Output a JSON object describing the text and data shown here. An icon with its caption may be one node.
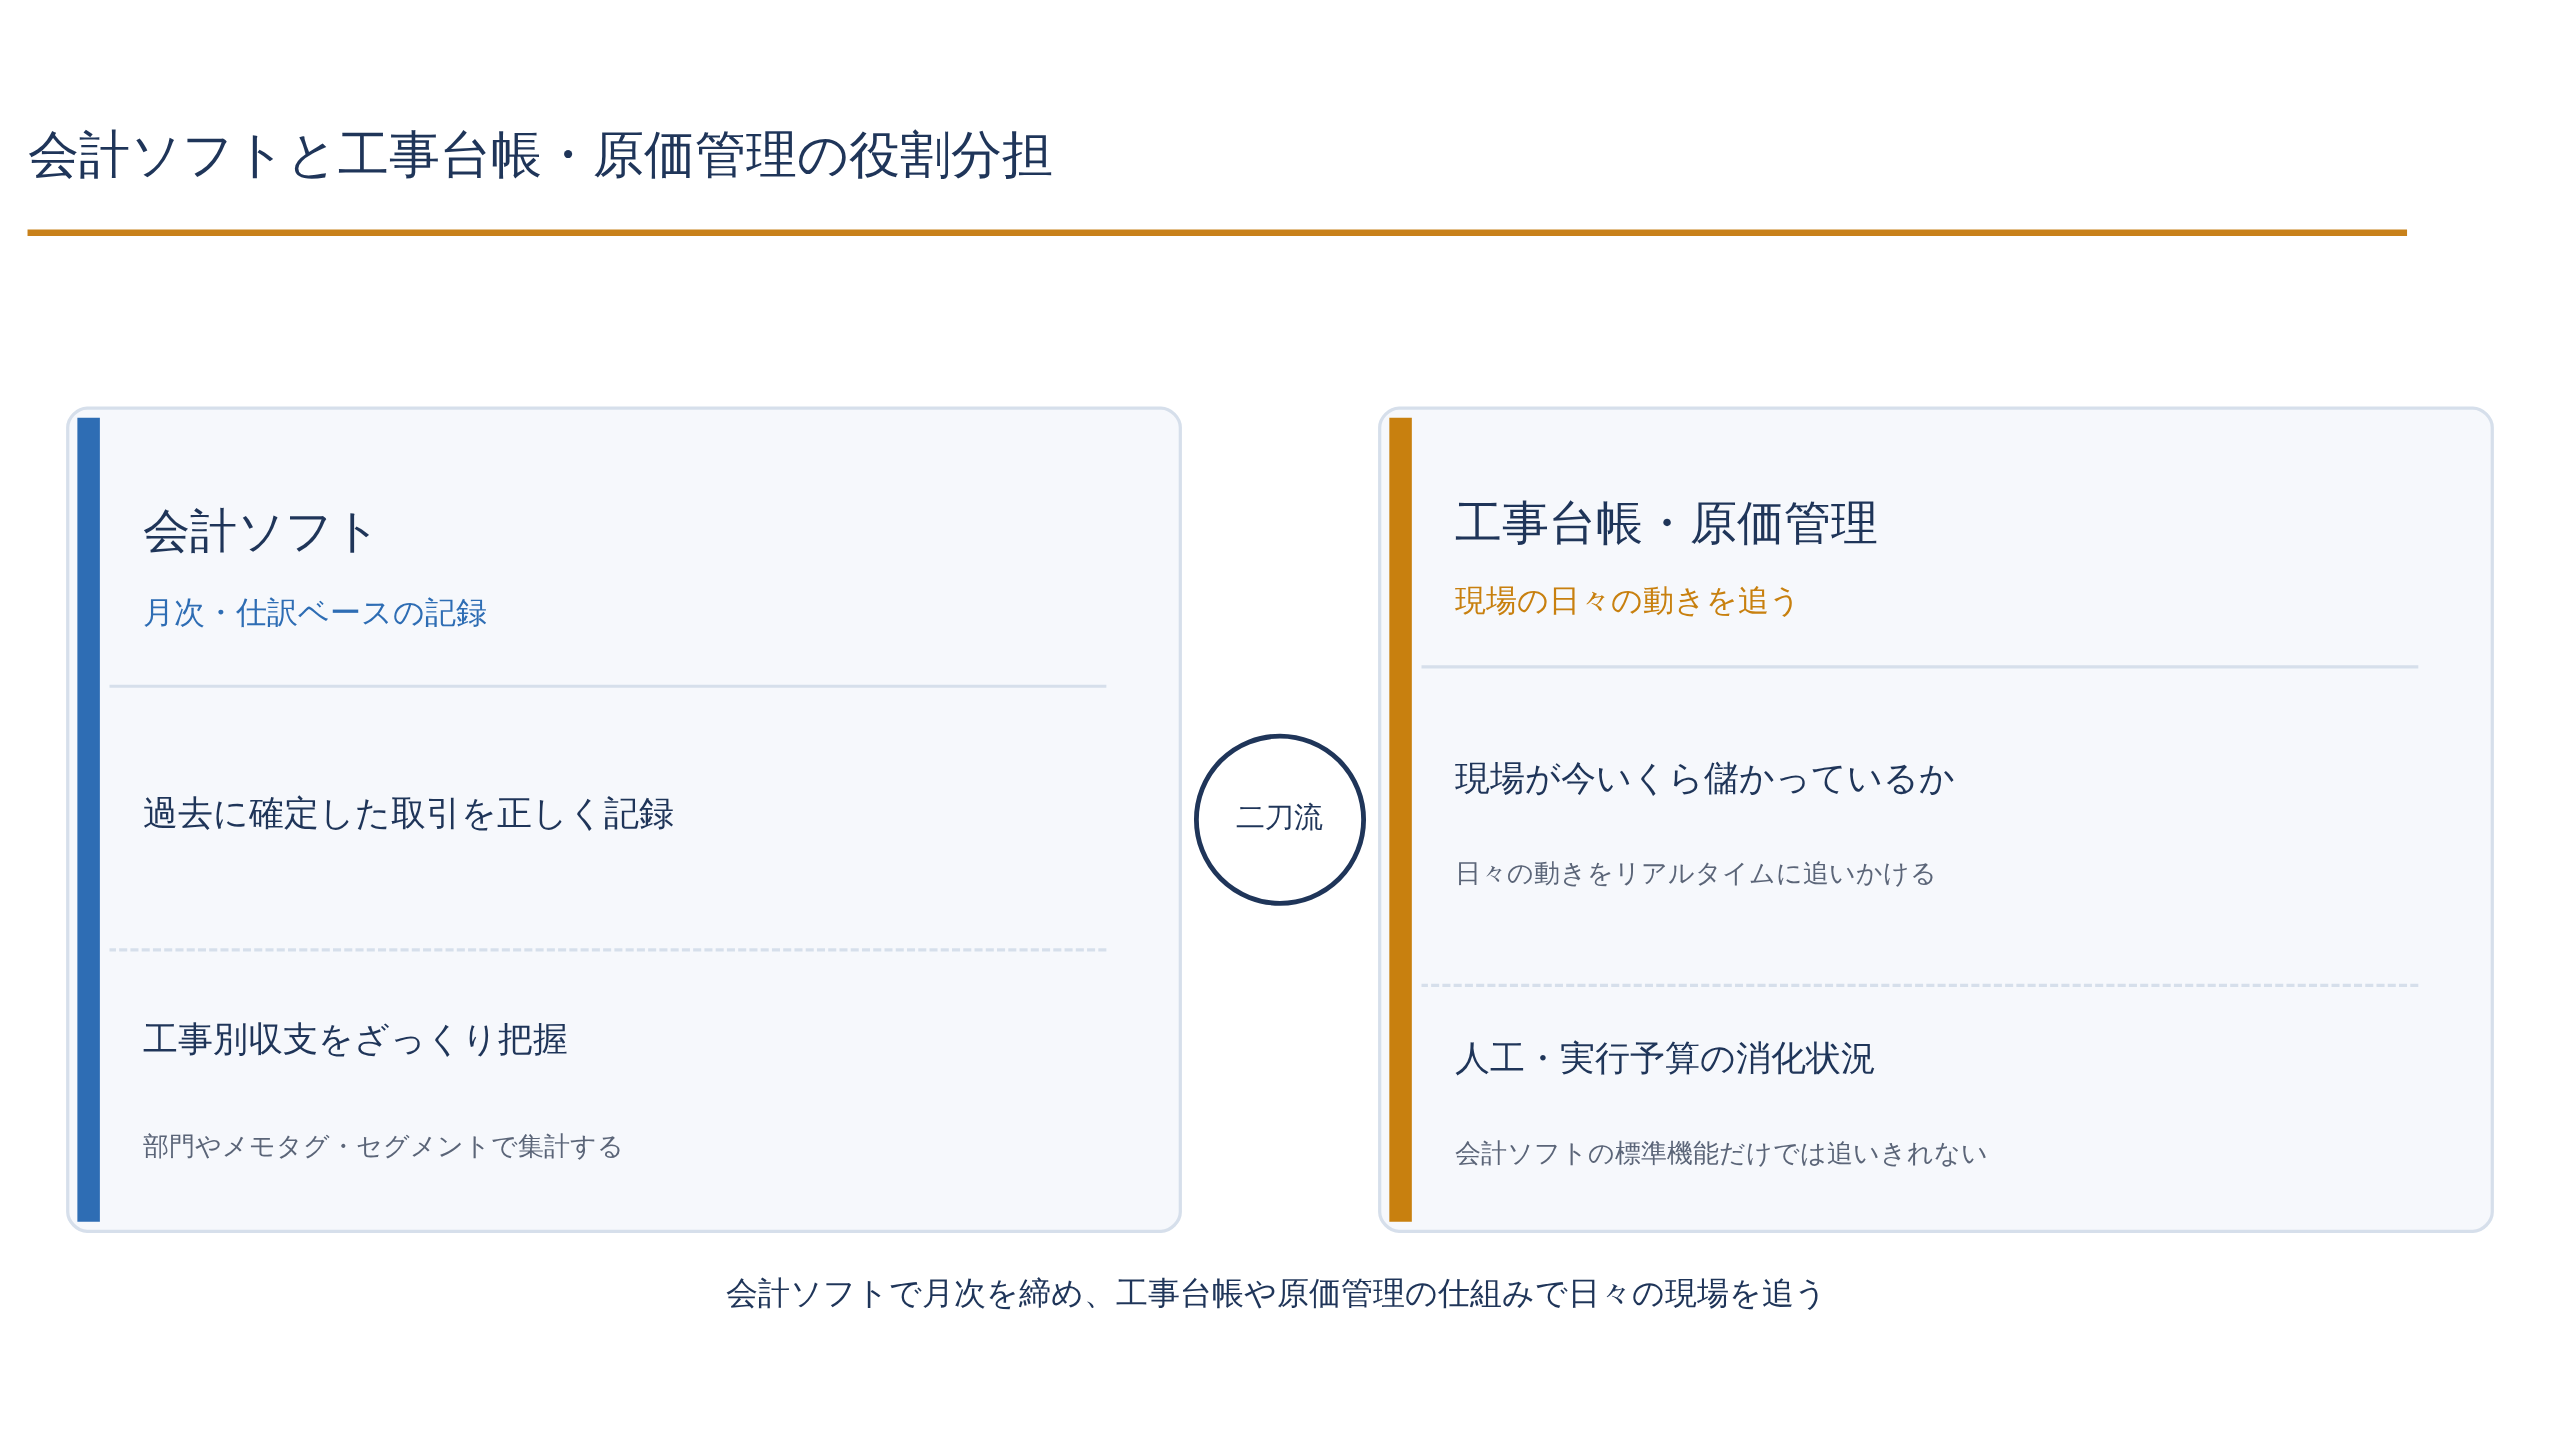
{
  "diagram": {
    "title": "会計ソフトと工事台帳・原価管理の役割分担",
    "caption": "会計ソフトで月次を締め、工事台帳や原価管理の仕組みで日々の現場を追う",
    "nodes": [
      {
        "text": [
          "会計ソフト",
          "月次・仕訳ベースの記録",
          "過去に確定した取引を正しく記録",
          "工事別収支をざっくり把握",
          "部門やメモタグ・セグメントで集計する"
        ]
      },
      {
        "text": [
          "二刀流"
        ]
      },
      {
        "text": [
          "工事台帳・原価管理",
          "現場の日々の動きを追う",
          "現場が今いくら儲かっているか",
          "日々の動きをリアルタイムに追いかける",
          "人工・実行予算の消化状況",
          "会計ソフトの標準機能だけでは追いきれない"
        ]
      }
    ]
  }
}
